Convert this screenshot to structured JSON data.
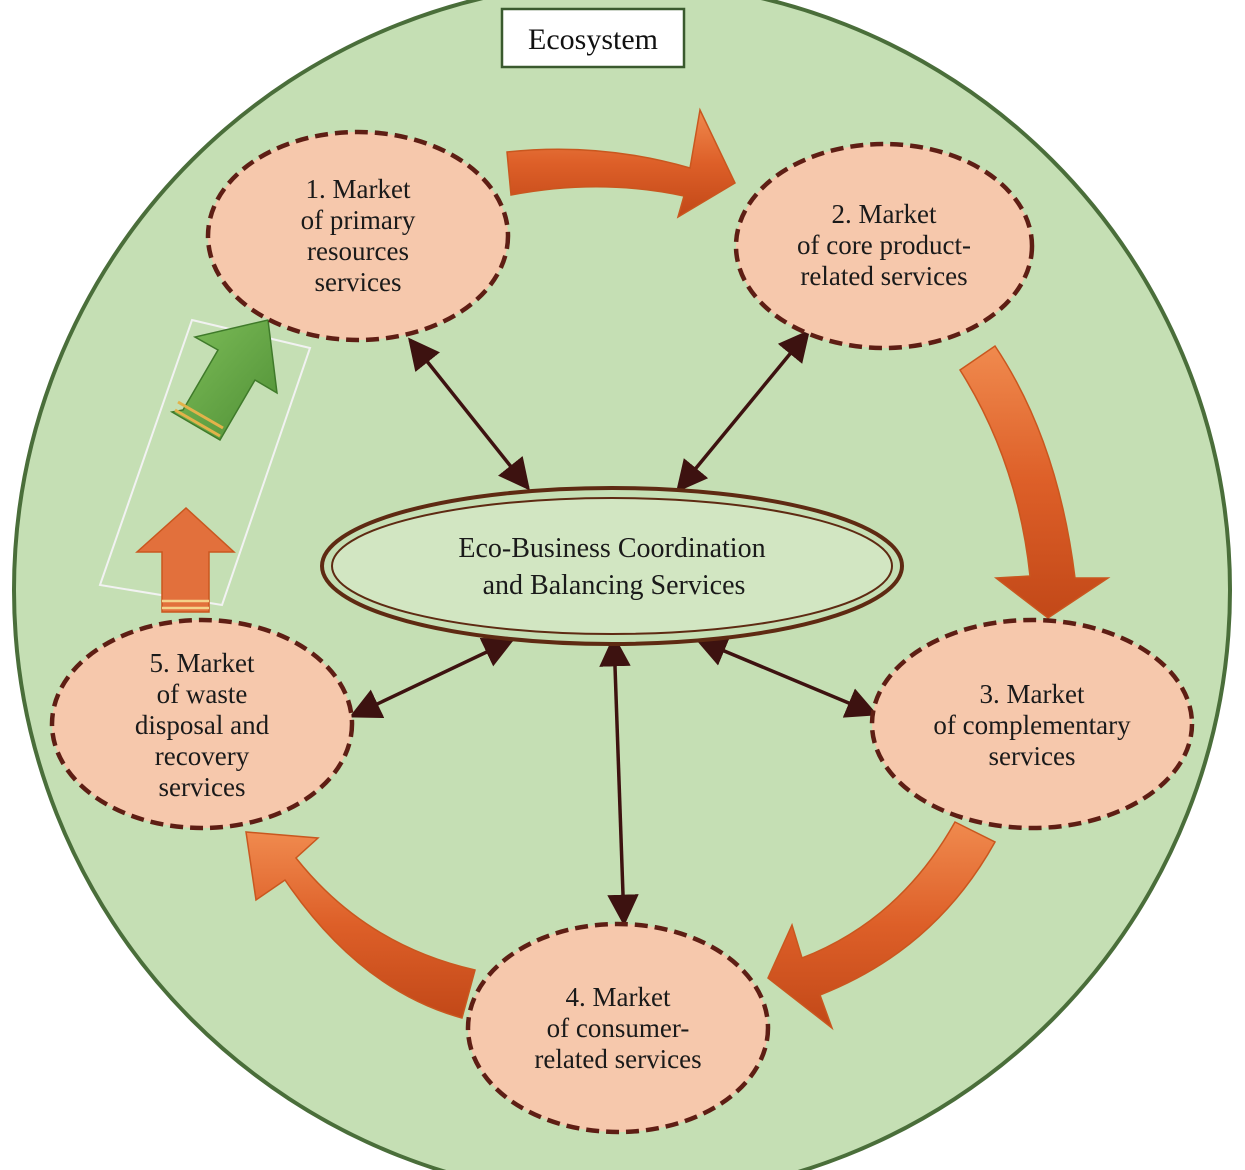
{
  "title": "Ecosystem",
  "center": {
    "lines": [
      "Eco-Business Coordination",
      "and Balancing Services"
    ]
  },
  "nodes": [
    {
      "id": "node-1",
      "lines": [
        "1. Market",
        "of primary",
        "resources",
        "services"
      ]
    },
    {
      "id": "node-2",
      "lines": [
        "2. Market",
        "of core product-",
        "related services"
      ]
    },
    {
      "id": "node-3",
      "lines": [
        "3. Market",
        "of complementary",
        "services"
      ]
    },
    {
      "id": "node-4",
      "lines": [
        "4. Market",
        "of consumer-",
        "related services"
      ]
    },
    {
      "id": "node-5",
      "lines": [
        "5. Market",
        "of waste",
        "disposal and",
        "recovery",
        "services"
      ]
    }
  ],
  "colors": {
    "ecosystem_fill": "#c5dfb4",
    "ecosystem_stroke": "#4a6e3a",
    "node_fill": "#f6c8ac",
    "node_stroke": "#5e1e14",
    "flow_arrow": "#e2703c",
    "recovery_arrow": "#6aa84f",
    "link_arrow": "#3d1210"
  }
}
